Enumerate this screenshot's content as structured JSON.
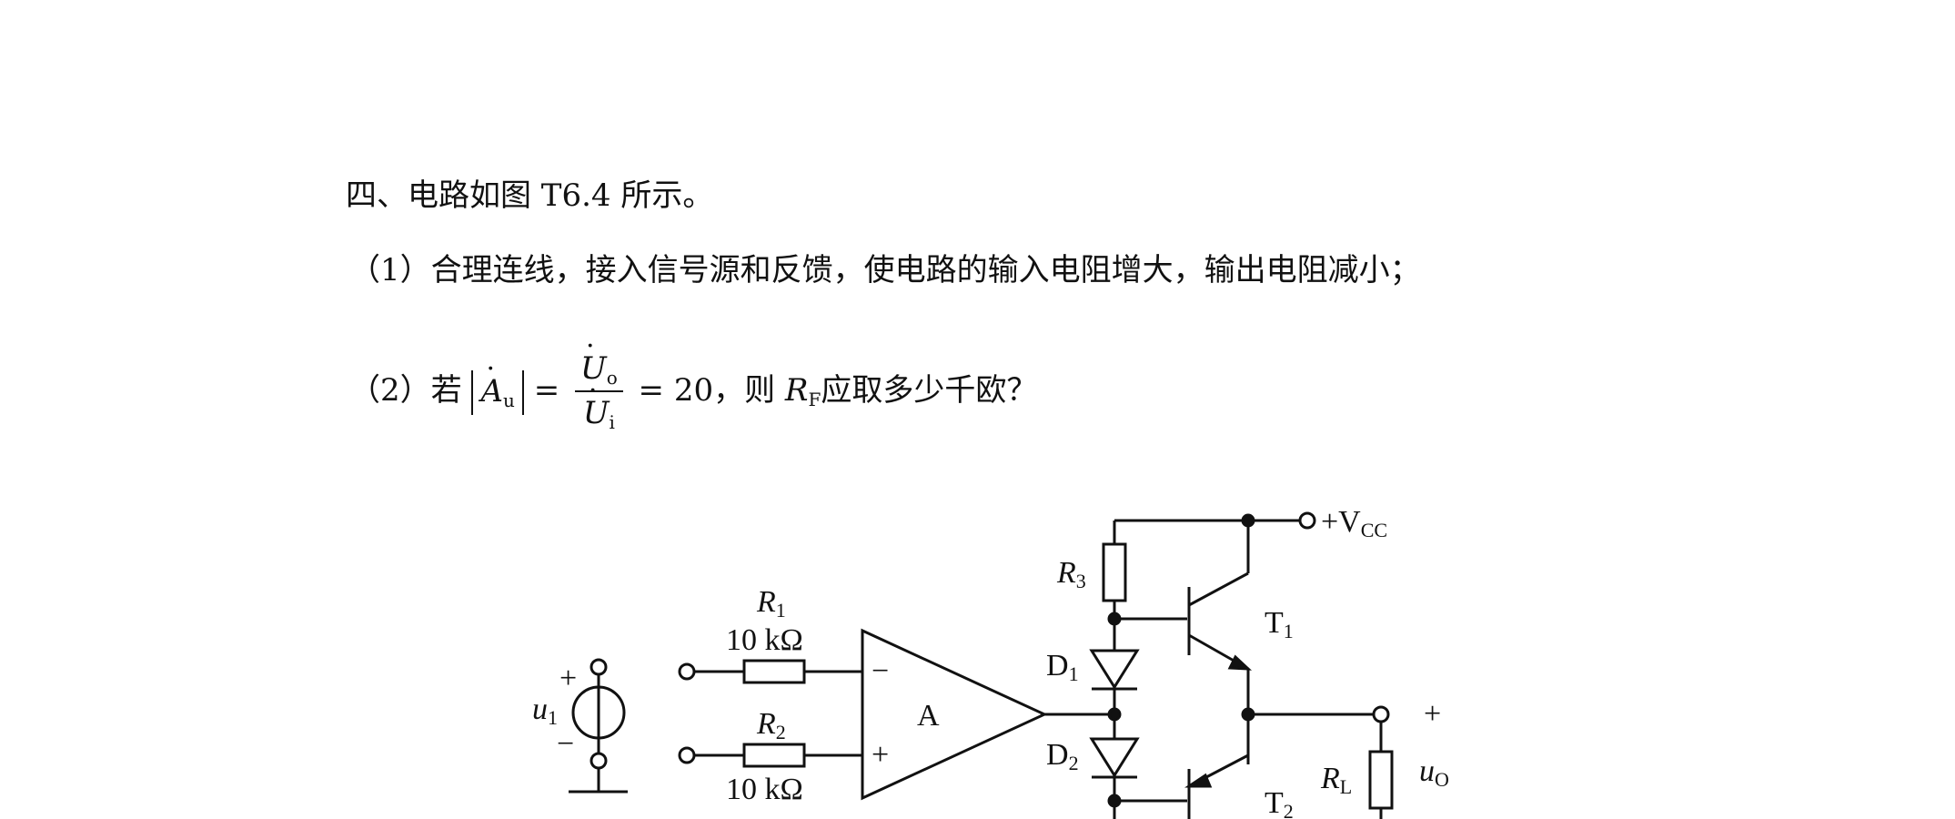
{
  "question": {
    "heading": "四、电路如图 T6.4 所示。",
    "part1": "（1）合理连线，接入信号源和反馈，使电路的输入电阻增大，输出电阻减小；",
    "part2_prefix": "（2）若",
    "gain_symbol": "A",
    "gain_sub": "u",
    "num_symbol": "U",
    "num_sub": "o",
    "den_symbol": "U",
    "den_sub": "i",
    "equals_value": "= 20",
    "part2_suffix_a": "，则",
    "rf_symbol": "R",
    "rf_sub": "F",
    "part2_suffix_b": "应取多少千欧？"
  },
  "circuit": {
    "vcc": "+V",
    "vcc_sub": "CC",
    "r3": "R",
    "r3_sub": "3",
    "t1": "T",
    "t1_sub": "1",
    "t2": "T",
    "t2_sub": "2",
    "r1": "R",
    "r1_sub": "1",
    "r1_value": "10 kΩ",
    "r2": "R",
    "r2_sub": "2",
    "r2_value": "10 kΩ",
    "d1": "D",
    "d1_sub": "1",
    "d2": "D",
    "d2_sub": "2",
    "amp": "A",
    "minus_in": "−",
    "plus_in": "+",
    "source": "u",
    "source_sub": "1",
    "src_plus": "+",
    "src_minus": "−",
    "rl": "R",
    "rl_sub": "L",
    "uo": "u",
    "uo_sub": "O",
    "out_plus": "+"
  }
}
